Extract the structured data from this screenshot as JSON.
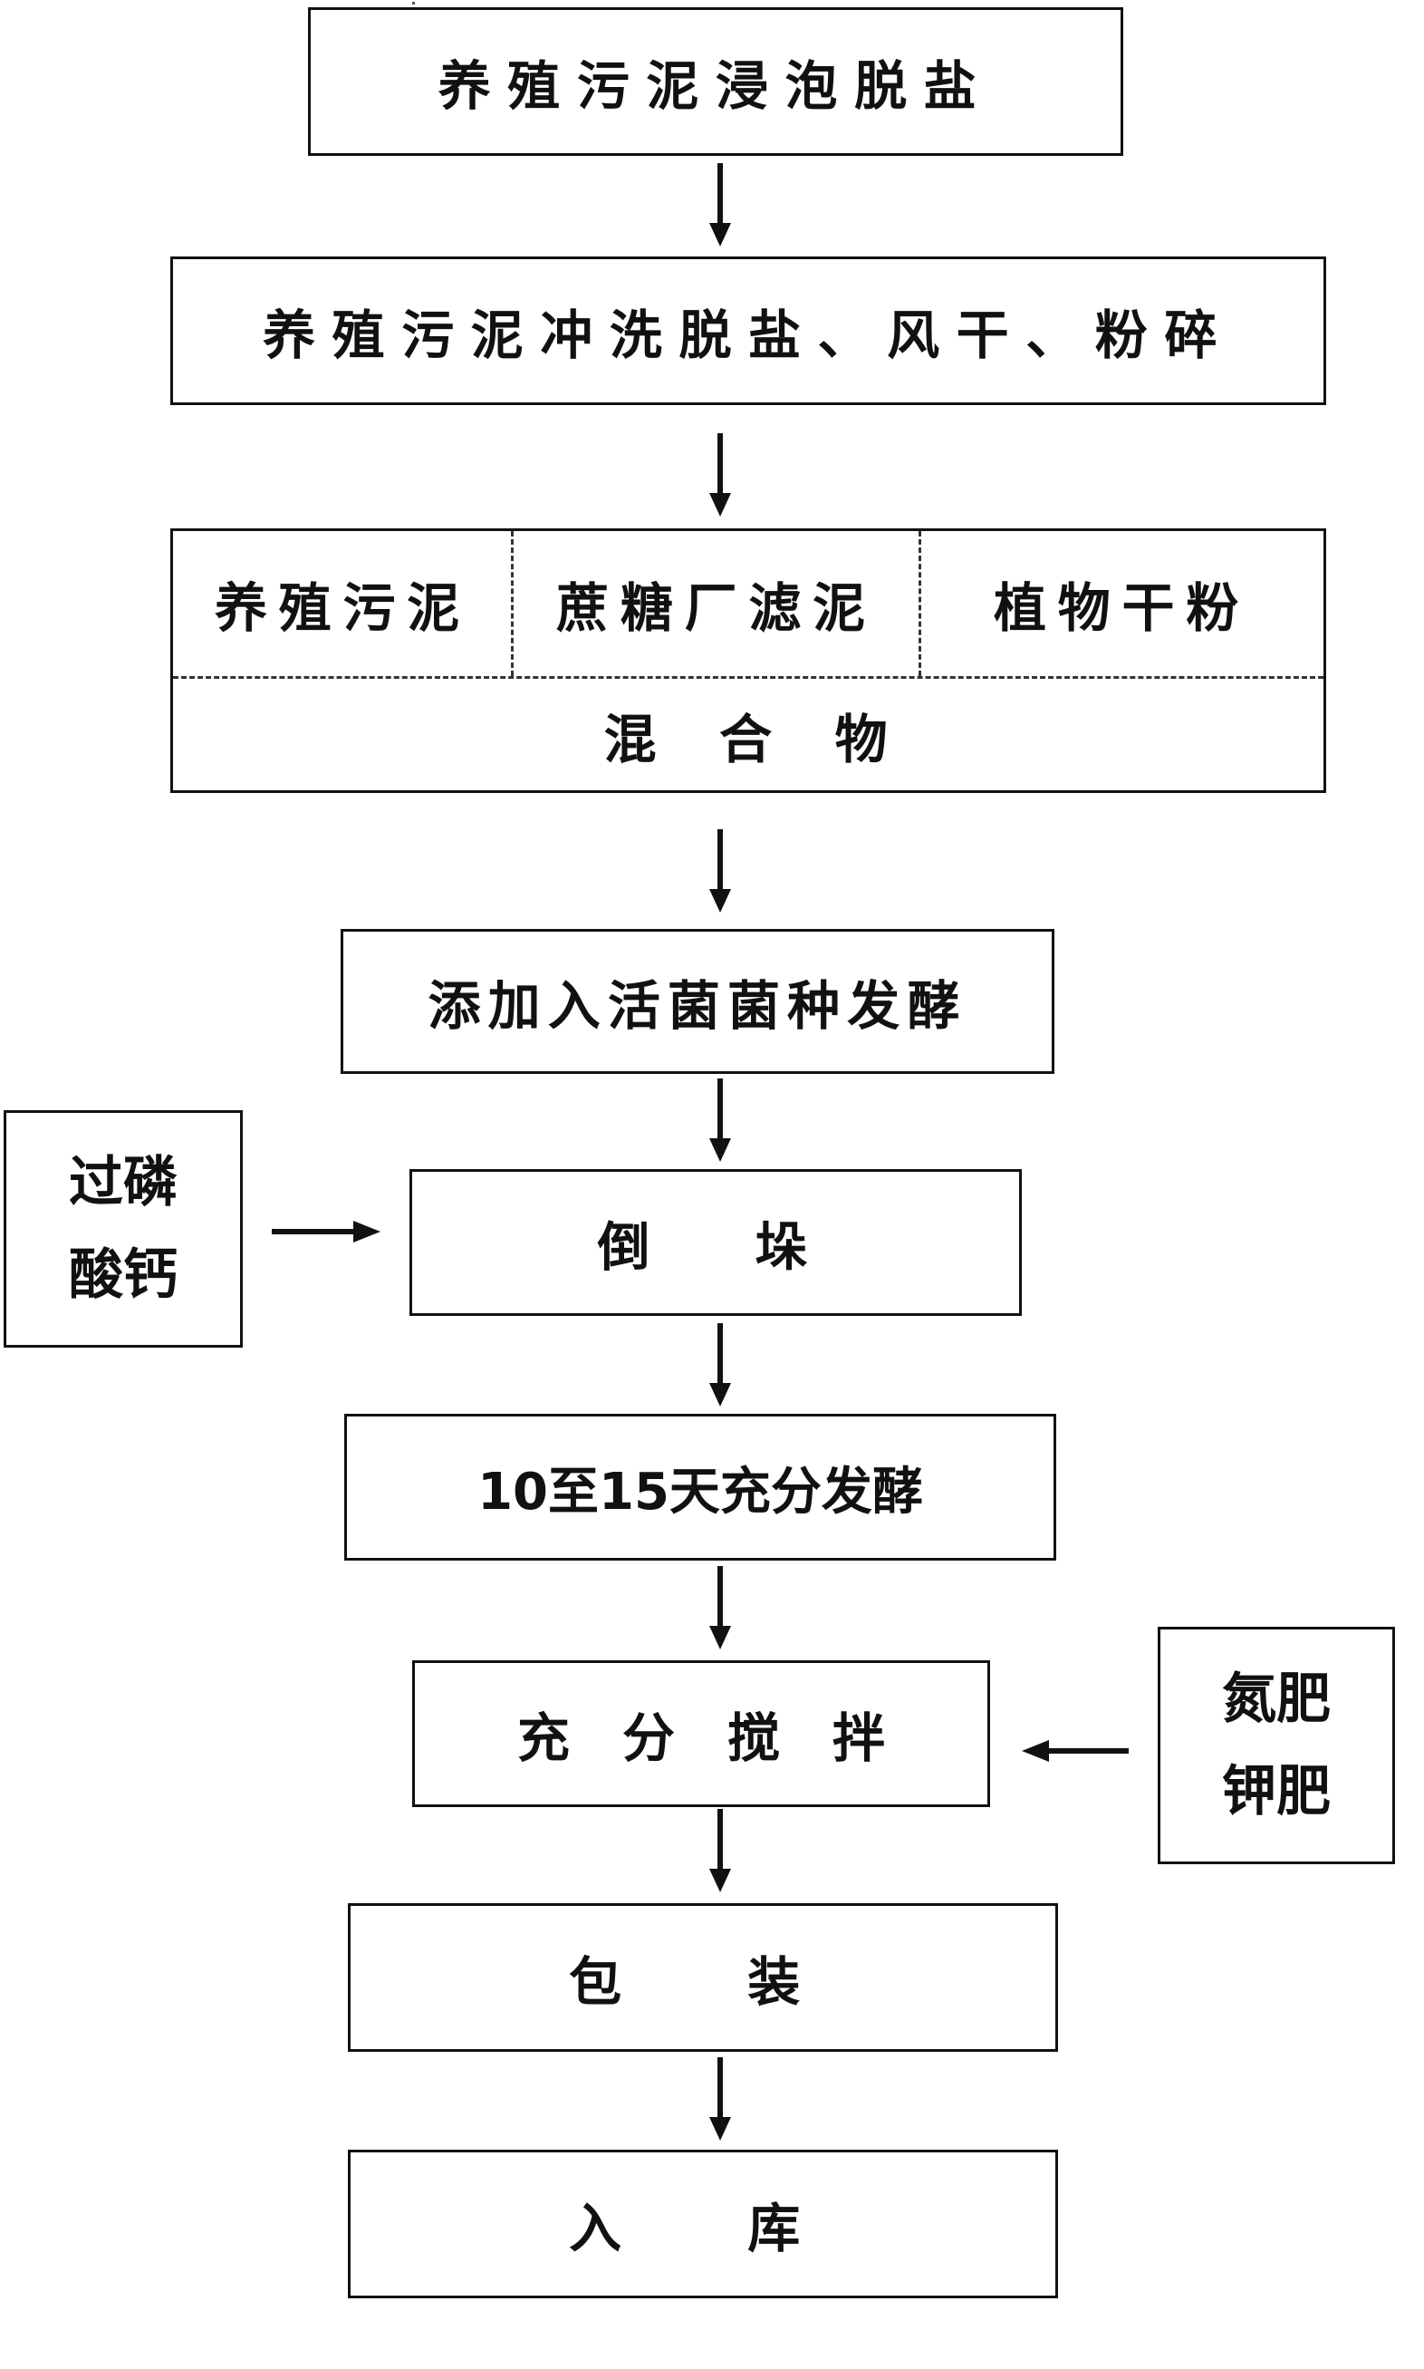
{
  "steps": {
    "s1": "养殖污泥浸泡脱盐",
    "s2": "养殖污泥冲洗脱盐、风干、粉碎",
    "mix_a": "养殖污泥",
    "mix_b": "蔗糖厂滤泥",
    "mix_c": "植物干粉",
    "mix_result": "混　合　物",
    "s4": "添加入活菌菌种发酵",
    "s5": "倒　垛",
    "s6": "10至15天充分发酵",
    "s7": "充　分　搅　拌",
    "s8": "包　装",
    "s9": "入　库"
  },
  "additives": {
    "left_line1": "过磷",
    "left_line2": "酸钙",
    "right_line1": "氮肥",
    "right_line2": "钾肥"
  }
}
